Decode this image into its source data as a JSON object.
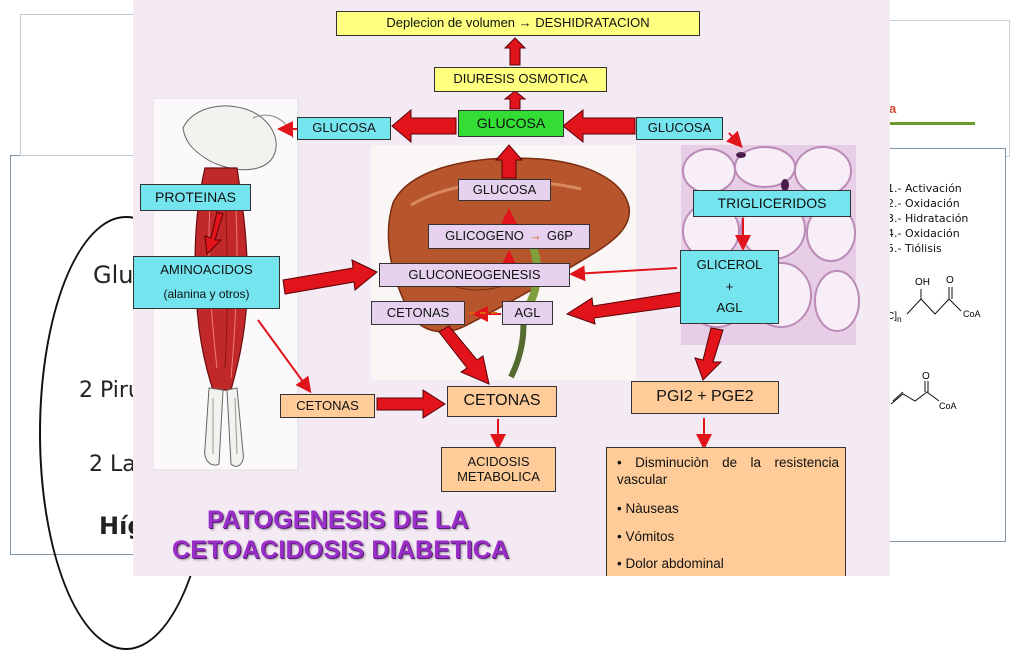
{
  "background_left": {
    "text_gluc": "Gluc",
    "text_piru": "2 Piru",
    "text_lac": "2 Lac",
    "text_hig": "Híg"
  },
  "background_right": {
    "steps": [
      "1.- Activación",
      "2.- Oxidación",
      "3.- Hidratación",
      "4.- Oxidación",
      "5.- Tiólisis"
    ],
    "chem_oh": "OH",
    "chem_o1": "O",
    "chem_coa1": "CoA",
    "chem_c": "C]",
    "chem_n": "n",
    "chem_o2": "O",
    "chem_coa2": "CoA"
  },
  "diagram": {
    "top_box": "Deplecion de volumen → DESHIDRATACION",
    "diuresis": "DIURESIS OSMOTICA",
    "glucosa_center": "GLUCOSA",
    "glucosa_left": "GLUCOSA",
    "glucosa_right": "GLUCOSA",
    "proteinas": "PROTEINAS",
    "aminoacidos": "AMINOACIDOS",
    "aminoacidos_sub": "(alanina y otros)",
    "liver_glucosa": "GLUCOSA",
    "glicogeno": "GLICOGENO",
    "g6p": "G6P",
    "gluconeogenesis": "GLUCONEOGENESIS",
    "cetonas_liver": "CETONAS",
    "agl_liver": "AGL",
    "trigliceridos": "TRIGLICERIDOS",
    "glicerol": "GLICEROL",
    "plus": "+",
    "agl_right": "AGL",
    "cetonas_left": "CETONAS",
    "cetonas_mid": "CETONAS",
    "acidosis": "ACIDOSIS\nMETABOLICA",
    "pgi2": "PGI2 + PGE2",
    "effects": [
      "• Disminuciòn de la resistencia vascular",
      "• Nàuseas",
      "• Vómitos",
      "• Dolor abdominal"
    ],
    "title_line1": "PATOGENESIS DE LA",
    "title_line2": "CETOACIDOSIS DIABETICA"
  },
  "colors": {
    "yellow": "#ffff80",
    "cyan": "#74e4ee",
    "green": "#33dd33",
    "lavender": "#e6d2ee",
    "peach": "#ffcc99",
    "arrow_red": "#e0141a",
    "title_purple": "#9a2ec9"
  }
}
